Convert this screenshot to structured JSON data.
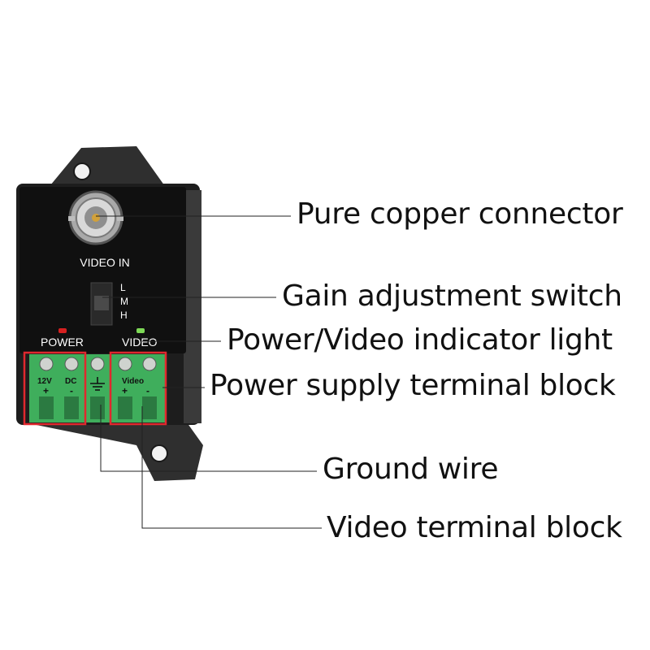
{
  "device": {
    "video_in_label": "VIDEO IN",
    "switch_labels": [
      "L",
      "M",
      "H"
    ],
    "power_label": "POWER",
    "video_label": "VIDEO",
    "terminal_labels": {
      "v12": "12V",
      "dc": "DC",
      "plus1": "+",
      "minus1": "-",
      "video": "Video",
      "plus2": "+",
      "minus2": "-"
    },
    "colors": {
      "body": "#2b2b2b",
      "front_panel": "#111111",
      "terminal_green": "#3fae5c",
      "highlight_red": "#e0282e",
      "power_led": "#d62020",
      "video_led": "#7ed957"
    }
  },
  "callouts": [
    {
      "id": "connector",
      "text": "Pure copper connector"
    },
    {
      "id": "switch",
      "text": "Gain adjustment switch"
    },
    {
      "id": "indicator",
      "text": "Power/Video indicator light"
    },
    {
      "id": "power_terminal",
      "text": "Power supply terminal block"
    },
    {
      "id": "ground",
      "text": "Ground wire"
    },
    {
      "id": "video_terminal",
      "text": "Video terminal block"
    }
  ]
}
